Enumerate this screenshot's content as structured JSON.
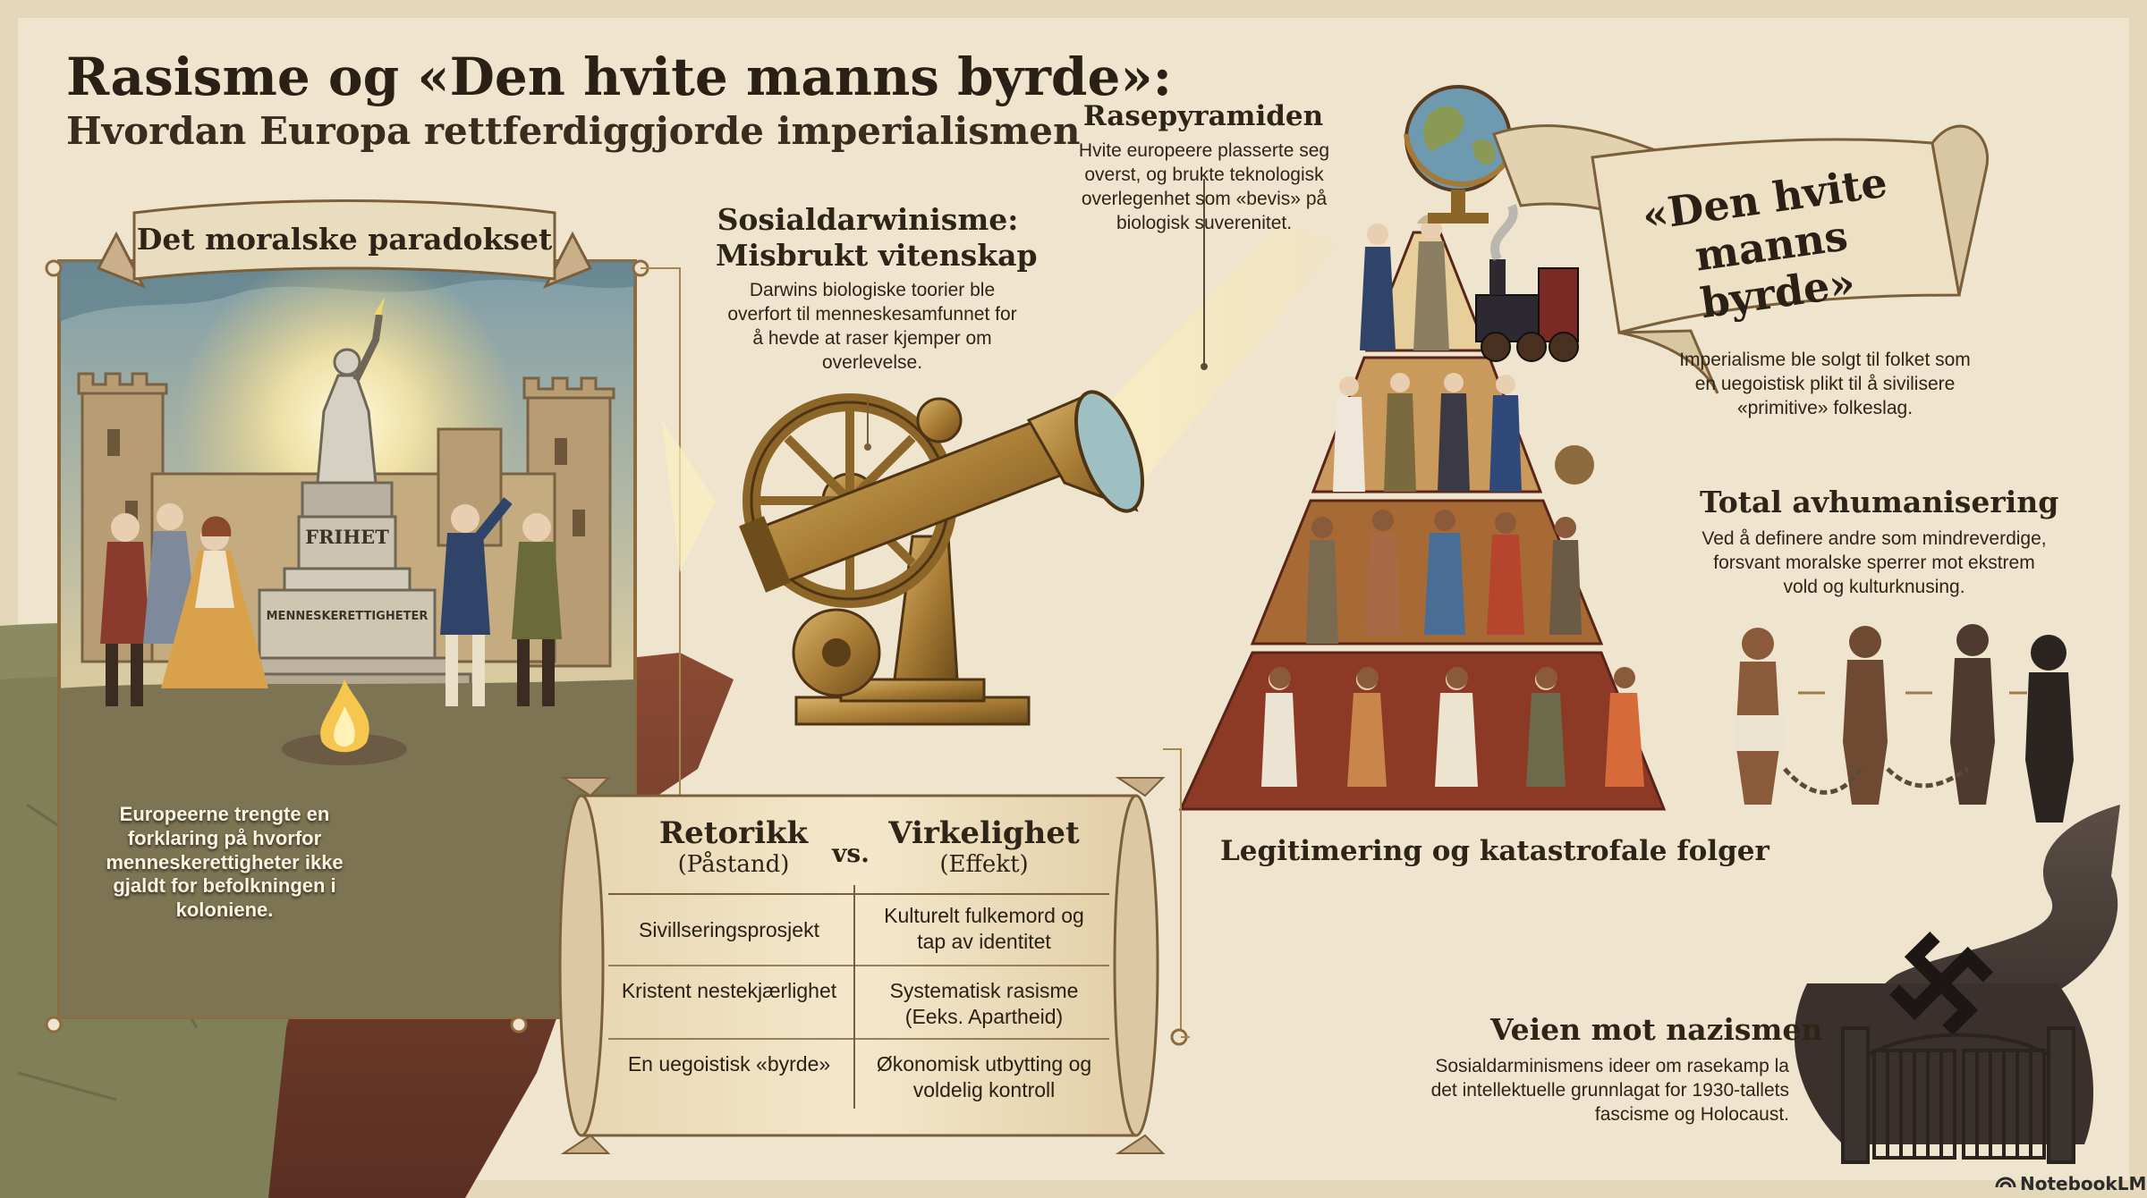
{
  "title": {
    "main": "Rasisme og «Den hvite manns byrde»:",
    "sub": "Hvordan Europa rettferdiggjorde imperialismen"
  },
  "paradox": {
    "banner": "Det moralske paradokset",
    "statue_label_1": "FRIHET",
    "statue_label_2": "MENNESKERETTIGHETER",
    "caption": "Europeerne trengte en forklaring på hvorfor menneskerettigheter ikke gjaldt for befolkningen i koloniene."
  },
  "darwinism": {
    "heading_line1": "Sosialdarwinisme:",
    "heading_line2": "Misbrukt vitenskap",
    "text": "Darwins biologiske toorier ble overfort til menneskesamfunnet for å hevde at raser kjemper om overlevelse."
  },
  "pyramid": {
    "heading": "Rasepyramiden",
    "text": "Hvite europeere plasserte seg overst, og brukte teknologisk overlegenhet som «bevis» på biologisk suverenitet."
  },
  "burden": {
    "banner_line1": "«Den hvite",
    "banner_line2": "manns byrde»",
    "text": "Imperialisme ble solgt til folket som en uegoistisk plikt til å sivilisere «primitive» folkeslag."
  },
  "dehumanization": {
    "heading": "Total avhumanisering",
    "text": "Ved å definere andre som mindreverdige, forsvant moralske sperrer mot ekstrem vold og kulturknusing."
  },
  "scroll": {
    "left_header": "Retorikk",
    "left_sub": "(Påstand)",
    "vs": "vs.",
    "right_header": "Virkelighet",
    "right_sub": "(Effekt)",
    "rows": [
      {
        "left": "Sivillseringsprosjekt",
        "right": "Kulturelt fulkemord og tap av identitet"
      },
      {
        "left": "Kristent nestekjærlighet",
        "right": "Systematisk rasisme (Eeks. Apartheid)"
      },
      {
        "left": "En uegoistisk «byrde»",
        "right": "Økonomisk utbytting og voldelig kontroll"
      }
    ]
  },
  "legitimation": {
    "heading": "Legitimering og katastrofale folger"
  },
  "nazism": {
    "heading": "Veien mot nazismen",
    "text": "Sosialdarminismens ideer om rasekamp la det intellektuelle grunnlagat for 1930-tallets fascisme og Holocaust."
  },
  "branding": {
    "label": "NotebookLM"
  },
  "colors": {
    "parchment": "#efe4cd",
    "brass": "#b48a3e",
    "tier_top": "#e7cf9c",
    "tier_mid": "#c99a5c",
    "tier_low": "#a86a35",
    "tier_base": "#8c3a26",
    "ink": "#2e2418"
  },
  "icons": [
    "globe-icon",
    "locomotive-icon",
    "telescope-icon",
    "swastika-icon",
    "gate-icon",
    "flame-icon",
    "statue-icon"
  ]
}
